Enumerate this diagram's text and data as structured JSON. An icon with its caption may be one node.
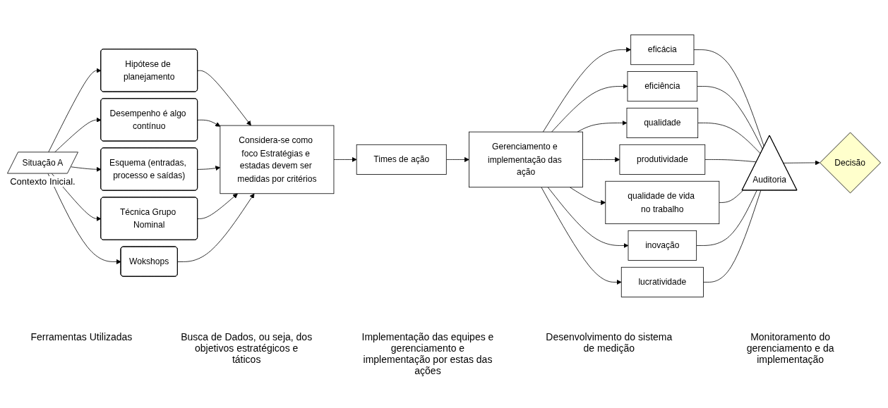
{
  "diagram": {
    "nodes": [
      {
        "text": [
          "Situação A"
        ],
        "beside": [
          "Contexto Inicial."
        ]
      },
      {
        "text": [
          "Hipótese de planejamento"
        ]
      },
      {
        "text": [
          "Desempenho é algo contínuo"
        ]
      },
      {
        "text": [
          "Esquema (entradas, processo e saídas)"
        ]
      },
      {
        "text": [
          "Técnica Grupo Nominal"
        ]
      },
      {
        "text": [
          "Wokshops"
        ]
      },
      {
        "text": [
          "Considera-se como foco Estratégias e estadas devem ser medidas por critérios"
        ]
      },
      {
        "text": [
          "Times de ação"
        ]
      },
      {
        "text": [
          "Gerenciamento e implementação das ação"
        ]
      },
      {
        "text": [
          "eficácia"
        ]
      },
      {
        "text": [
          "eficiência"
        ]
      },
      {
        "text": [
          "qualidade"
        ]
      },
      {
        "text": [
          "produtividade"
        ]
      },
      {
        "text": [
          "qualidade de vida no trabalho"
        ]
      },
      {
        "text": [
          "inovação"
        ]
      },
      {
        "text": [
          "lucratividade"
        ]
      },
      {
        "text": [
          "Auditoria"
        ]
      },
      {
        "text": [
          "Decisão"
        ]
      }
    ],
    "edges": [
      {
        "from": 0,
        "to": 1,
        "arrow": "to"
      },
      {
        "from": 0,
        "to": 2,
        "arrow": "to"
      },
      {
        "from": 0,
        "to": 3,
        "arrow": "to"
      },
      {
        "from": 0,
        "to": 4,
        "arrow": "to"
      },
      {
        "from": 0,
        "to": 5,
        "arrow": "to"
      },
      {
        "from": 1,
        "to": 6,
        "arrow": "to"
      },
      {
        "from": 2,
        "to": 6,
        "arrow": "to"
      },
      {
        "from": 3,
        "to": 6,
        "arrow": "to"
      },
      {
        "from": 4,
        "to": 6,
        "arrow": "to"
      },
      {
        "from": 5,
        "to": 6,
        "arrow": "to"
      },
      {
        "from": 6,
        "to": 7,
        "arrow": "to"
      },
      {
        "from": 7,
        "to": 8,
        "arrow": "to"
      },
      {
        "from": 8,
        "to": 9,
        "arrow": "to"
      },
      {
        "from": 8,
        "to": 10,
        "arrow": "to"
      },
      {
        "from": 8,
        "to": 11,
        "arrow": "to"
      },
      {
        "from": 8,
        "to": 12,
        "arrow": "to"
      },
      {
        "from": 8,
        "to": 13,
        "arrow": "to"
      },
      {
        "from": 8,
        "to": 14,
        "arrow": "to"
      },
      {
        "from": 8,
        "to": 15,
        "arrow": "to"
      },
      {
        "from": 9,
        "to": 16,
        "arrow": "none"
      },
      {
        "from": 10,
        "to": 16,
        "arrow": "none"
      },
      {
        "from": 11,
        "to": 16,
        "arrow": "none"
      },
      {
        "from": 12,
        "to": 16,
        "arrow": "none"
      },
      {
        "from": 13,
        "to": 16,
        "arrow": "none"
      },
      {
        "from": 14,
        "to": 16,
        "arrow": "none"
      },
      {
        "from": 15,
        "to": 16,
        "arrow": "none"
      },
      {
        "from": 16,
        "to": 17,
        "arrow": "to"
      }
    ],
    "labels": [
      "Ferramentas Utilizadas",
      "Busca de Dados, ou seja, dos objetivos estratégicos e táticos",
      "Implementação das equipes e gerenciamento e implementação por estas das ações",
      "Desenvolvimento do sistema de medição",
      "Monitoramento do gerenciamento e da implementação"
    ]
  }
}
